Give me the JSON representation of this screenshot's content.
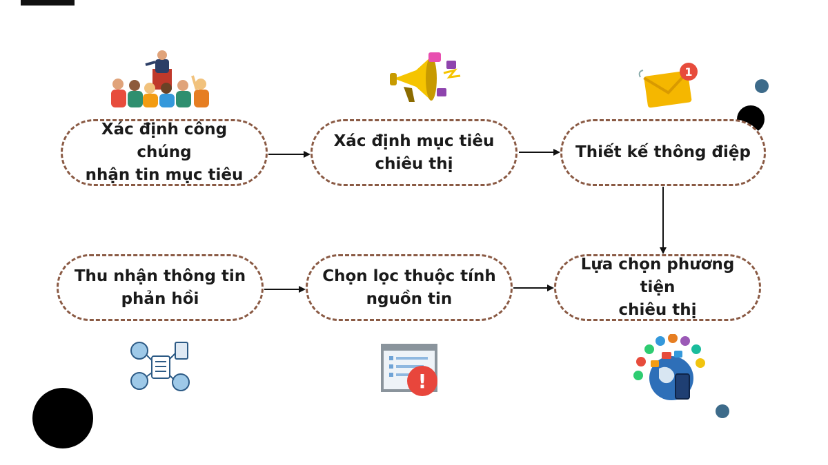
{
  "nodes": {
    "audience": "Xác định công chúng\nnhận tin mục tiêu",
    "objective": "Xác định mục tiêu\nchiêu thị",
    "message": "Thiết kế thông điệp",
    "media": "Lựa chọn phương tiện\nchiêu thị",
    "source": "Chọn lọc thuộc tính\nnguồn tin",
    "feedback": "Thu nhận thông tin\nphản hồi"
  },
  "badges": {
    "mail_count": "1",
    "alert_mark": "!"
  },
  "icons": [
    "audience-crowd-icon",
    "megaphone-icon",
    "envelope-notification-icon",
    "social-media-globe-icon",
    "document-alert-icon",
    "feedback-network-icon"
  ],
  "colors": {
    "border": "#8a5a44",
    "text": "#1a1a1a",
    "decor_dark": "#000000",
    "decor_blue": "#3d6b8a"
  }
}
